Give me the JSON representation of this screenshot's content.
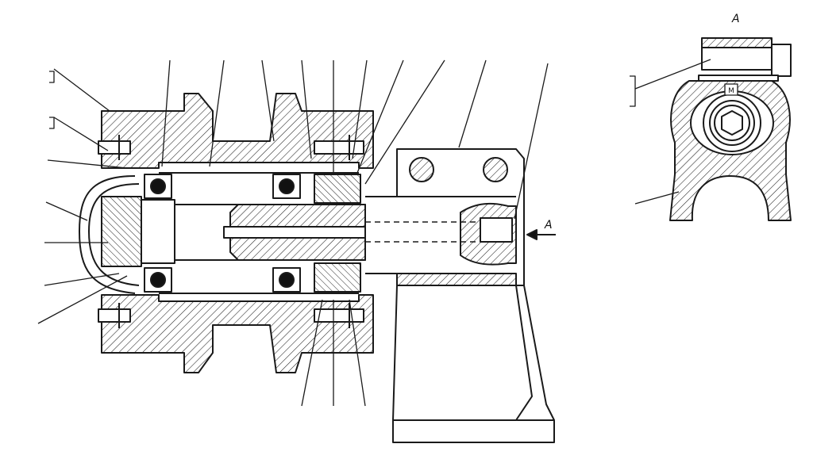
{
  "drawing": {
    "section_arrow_label": "A",
    "view_title": "A",
    "plug_mark": "M",
    "colors": {
      "ink": "#1a1a1a",
      "paper": "#ffffff",
      "hatch": "#222222"
    }
  }
}
